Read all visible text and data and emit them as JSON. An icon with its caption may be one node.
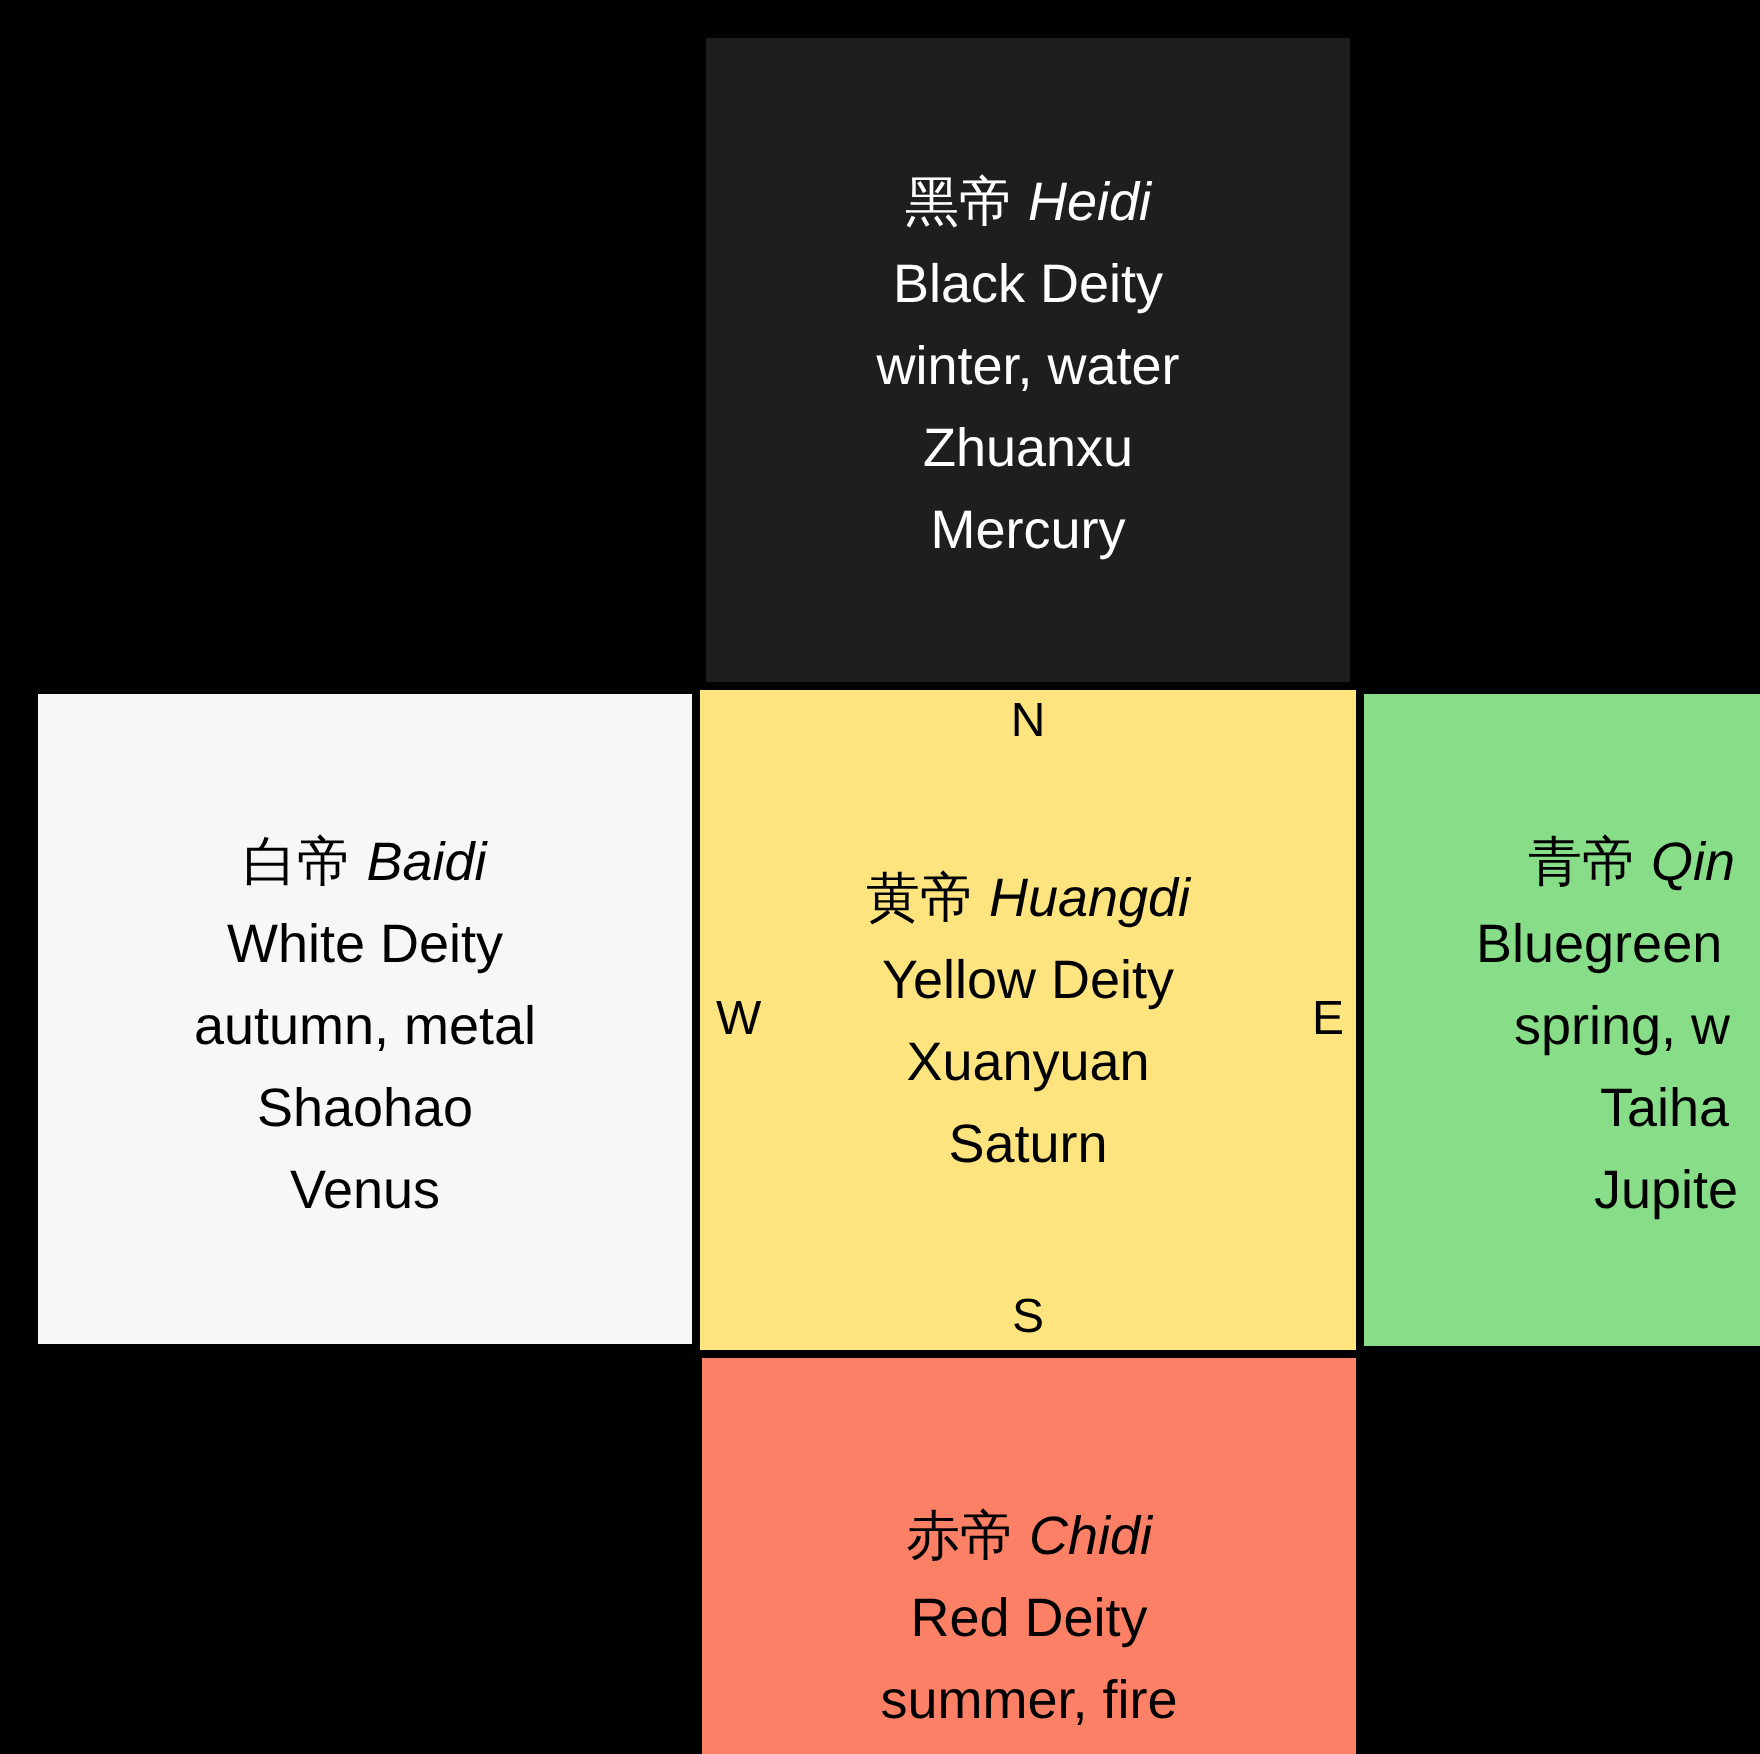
{
  "diagram": {
    "nodes": [
      {
        "text": [
          "黑帝 *Heidi*",
          "Black Deity",
          "winter, water",
          "Zhuanxu",
          "Mercury"
        ]
      },
      {
        "text": [
          "白帝 *Baidi*",
          "White Deity",
          "autumn, metal",
          "Shaohao",
          "Venus"
        ]
      },
      {
        "text": [
          "黄帝 *Huangdi*",
          "Yellow Deity",
          "Xuanyuan",
          "Saturn"
        ]
      },
      {
        "text": [
          "青帝 *Qin*",
          "Bluegreen",
          "spring, w",
          "Taiha",
          "Jupite"
        ]
      },
      {
        "text": [
          "赤帝 *Chidi*",
          "Red Deity",
          "summer, fire"
        ]
      }
    ],
    "labels": [
      "N",
      "W",
      "E",
      "S"
    ]
  }
}
